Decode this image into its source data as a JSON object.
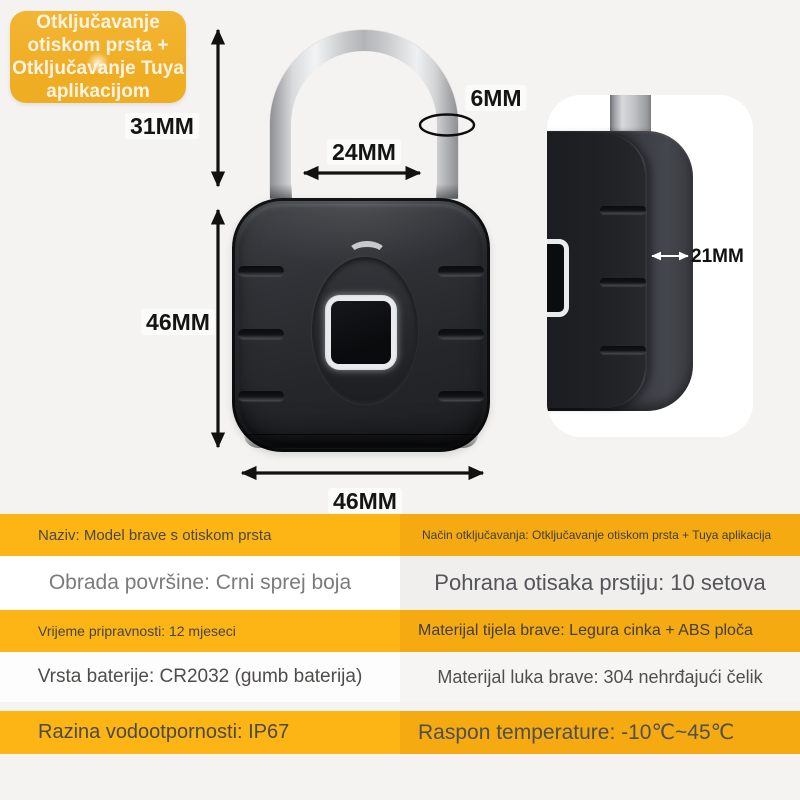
{
  "badge": {
    "lines": [
      "Otključavanje",
      "otiskom prsta +",
      "Otključavanje Tuya",
      "aplikacijom"
    ]
  },
  "dimensions": {
    "shackle_clearance_height": "31MM",
    "shackle_inner_width": "24MM",
    "shackle_diameter": "6MM",
    "body_height": "46MM",
    "body_width": "46MM",
    "body_thickness": "21MM"
  },
  "specs": {
    "rows": [
      {
        "left": "Naziv: Model brave s otiskom prsta",
        "right": "Način otključavanja: Otključavanje otiskom prsta + Tuya aplikacija"
      },
      {
        "left": "Obrada površine: Crni sprej boja",
        "right": "Pohrana otisaka prstiju: 10 setova"
      },
      {
        "left": "Vrijeme pripravnosti: 12 mjeseci",
        "right": "Materijal tijela brave: Legura cinka + ABS ploča"
      },
      {
        "left": "Vrsta baterije: CR2032 (gumb baterija)",
        "right": "Materijal luka brave: 304 nehrđajući čelik"
      },
      {
        "left": "Razina vodootpornosti: IP67",
        "right": "Raspon temperature: -10℃~45℃"
      }
    ]
  },
  "colors": {
    "accent_yellow_left": "#fcb514",
    "accent_yellow_right": "#f4aa10",
    "badge_orange": "#efad24",
    "page_background": "#f4f3f1"
  }
}
